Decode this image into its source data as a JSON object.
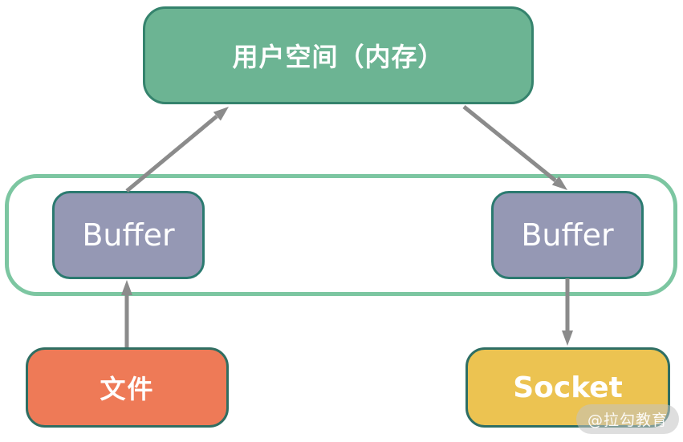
{
  "diagram": {
    "title_semantic": "zero-copy data flow diagram",
    "user_space": {
      "label": "用户空间（内存）",
      "fill": "#6cb493",
      "border": "#35836d"
    },
    "kernel_container": {
      "border": "#7cc6a1"
    },
    "buffer_left": {
      "label": "Buffer",
      "fill": "#9598b4",
      "border": "#2b7a70"
    },
    "buffer_right": {
      "label": "Buffer",
      "fill": "#9598b4",
      "border": "#2b7a70"
    },
    "file": {
      "label": "文件",
      "fill": "#ee7a57",
      "border": "#2f6e62"
    },
    "socket": {
      "label": "Socket",
      "fill": "#ecc351",
      "border": "#2e6e64"
    },
    "arrows": {
      "color": "#8b8b8b",
      "flow": [
        "buffer-left to user-space",
        "user-space to buffer-right",
        "file to buffer-left",
        "buffer-right to socket"
      ]
    }
  },
  "watermark": {
    "label": "@拉勾教育"
  }
}
